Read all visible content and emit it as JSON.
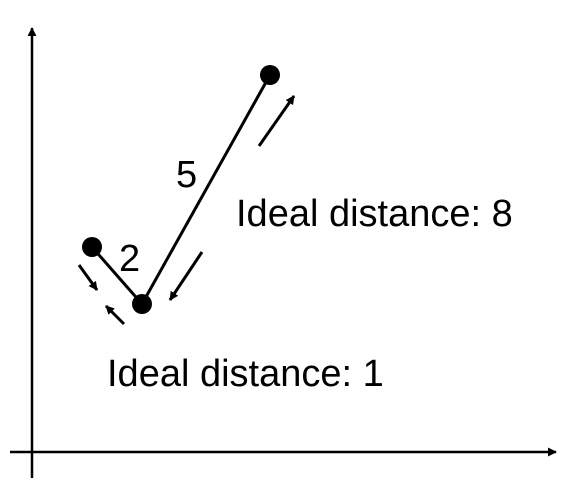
{
  "edges": [
    {
      "id": "long",
      "length_label": "5",
      "ideal_label": "Ideal distance: 8"
    },
    {
      "id": "short",
      "length_label": "2",
      "ideal_label": "Ideal distance: 1"
    }
  ],
  "colors": {
    "ink": "#000000",
    "background": "#ffffff"
  }
}
